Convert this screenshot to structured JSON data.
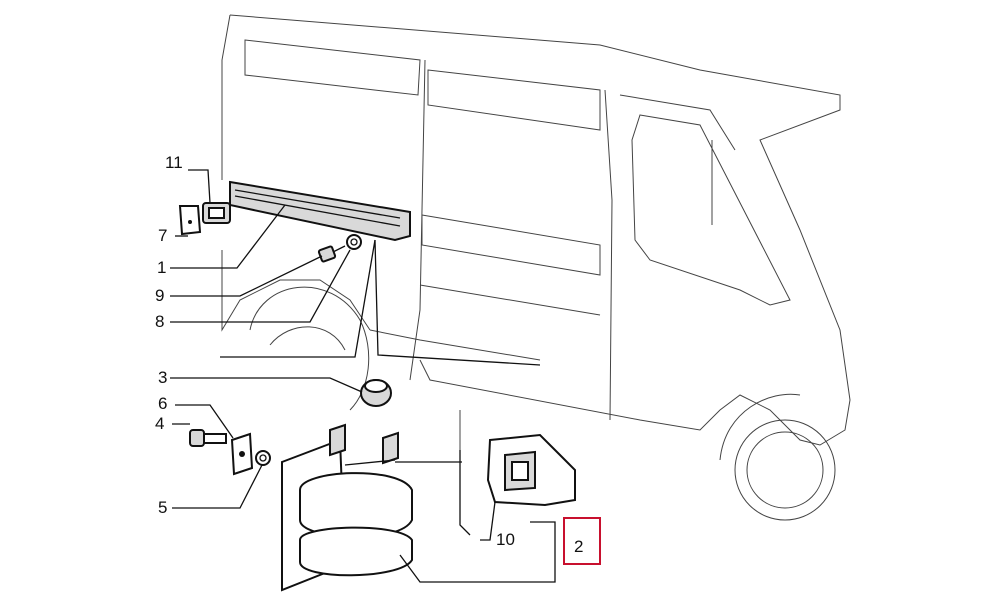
{
  "labels": {
    "l11": "11",
    "l7": "7",
    "l1": "1",
    "l9": "9",
    "l8": "8",
    "l3": "3",
    "l6": "6",
    "l4": "4",
    "l5": "5",
    "l10": "10",
    "l2": "2"
  },
  "highlight_color": "#c8102e"
}
